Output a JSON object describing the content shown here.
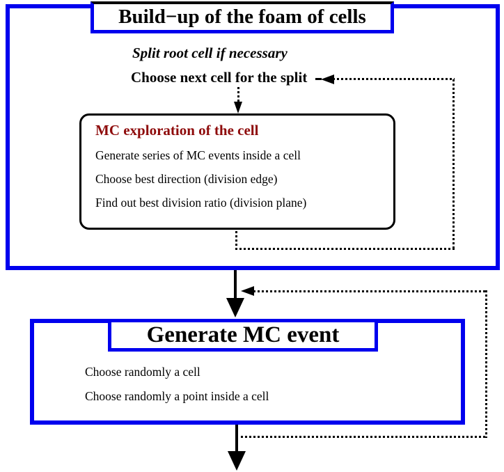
{
  "colors": {
    "blue": "#0000ee",
    "dark_red": "#8e0b0b",
    "black": "#000000"
  },
  "phase1": {
    "title": "Build−up of the foam of cells",
    "step_split_root": "Split root cell if necessary",
    "step_choose_next": "Choose next cell for the split",
    "exploration": {
      "title": "MC exploration of the cell",
      "steps": [
        "Generate series of MC events inside a cell",
        "Choose best direction (division edge)",
        "Find out best division ratio (division plane)"
      ]
    }
  },
  "phase2": {
    "title": "Generate MC event",
    "steps": [
      "Choose randomly a cell",
      "Choose randomly a point inside a cell"
    ]
  }
}
